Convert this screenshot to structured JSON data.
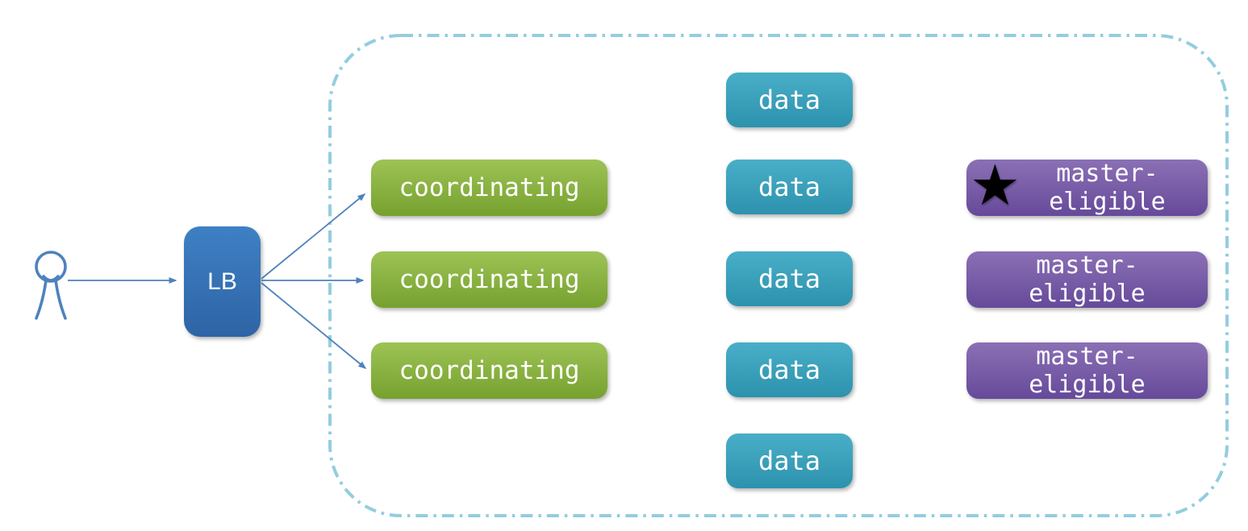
{
  "colors": {
    "background": "#FFFFFF",
    "arrow": "#4F81BD",
    "person": "#4F81BD",
    "cluster_border": "#93CDDF",
    "lb_top": "#3E80C4",
    "lb_bottom": "#2E64A6",
    "coordinating_top": "#9DC355",
    "coordinating_bottom": "#76A12F",
    "data_top": "#49AEC8",
    "data_bottom": "#2D92AD",
    "master_top": "#8B70B5",
    "master_bottom": "#664A9A",
    "star": "#000000"
  },
  "lb": {
    "label": "LB"
  },
  "coordinating_nodes": [
    {
      "label": "coordinating"
    },
    {
      "label": "coordinating"
    },
    {
      "label": "coordinating"
    }
  ],
  "data_nodes": [
    {
      "label": "data"
    },
    {
      "label": "data"
    },
    {
      "label": "data"
    },
    {
      "label": "data"
    },
    {
      "label": "data"
    }
  ],
  "master_nodes": [
    {
      "line1": "master-",
      "line2": "eligible",
      "starred": true
    },
    {
      "line1": "master-",
      "line2": "eligible",
      "starred": false
    },
    {
      "line1": "master-",
      "line2": "eligible",
      "starred": false
    }
  ],
  "icons": {
    "star_glyph": "★"
  }
}
